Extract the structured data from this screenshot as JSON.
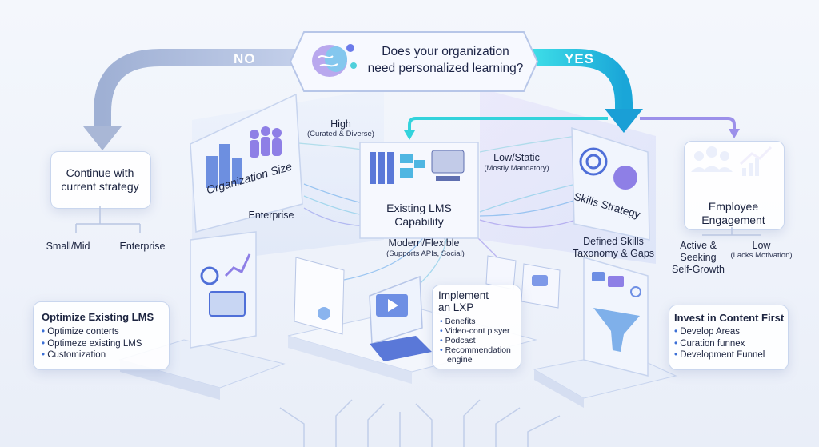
{
  "question": {
    "line1": "Does your organization",
    "line2": "need personalized learning?"
  },
  "branches": {
    "no": "NO",
    "yes": "YES"
  },
  "continue_box": {
    "line1": "Continue with",
    "line2": "current strategy"
  },
  "left_labels": {
    "small_mid": "Small/Mid",
    "enterprise": "Enterprise"
  },
  "org_size": {
    "title": "Organization Size",
    "enterprise": "Enterprise"
  },
  "high": {
    "label": "High",
    "sub": "(Curated & Diverse)"
  },
  "lms": {
    "line1": "Existing LMS",
    "line2": "Capability"
  },
  "low_static": {
    "label": "Low/Static",
    "sub": "(Mostly Mandatory)"
  },
  "modern": {
    "label": "Modern/Flexible",
    "sub": "(Supports APIs, Social)"
  },
  "skills": {
    "title": "Skills Strategy",
    "defined1": "Defined Skills",
    "defined2": "Taxonomy & Gaps"
  },
  "engagement": {
    "line1": "Employee",
    "line2": "Engagement",
    "active1": "Active &",
    "active2": "Seeking",
    "active3": "Self-Growth",
    "low": "Low",
    "low_sub": "(Lacks Motivation)"
  },
  "optimize": {
    "title": "Optimize Existing LMS",
    "items": [
      "Optimize conterts",
      "Optimeze existing LMS",
      "Customization"
    ]
  },
  "lxp": {
    "title1": "Implement",
    "title2": "an LXP",
    "items": [
      "Benefits",
      "Video-cont plsyer",
      "Podcast",
      "Recommendation",
      "engine"
    ]
  },
  "content": {
    "title": "Invest in Content First",
    "items": [
      "Develop Areas",
      "Curation funnex",
      "Development Funnel"
    ]
  },
  "colors": {
    "accent": "#3b6fd6",
    "teal": "#19c9d6",
    "violet": "#8a7ee8",
    "no_arrow": "#a9b7d6"
  }
}
